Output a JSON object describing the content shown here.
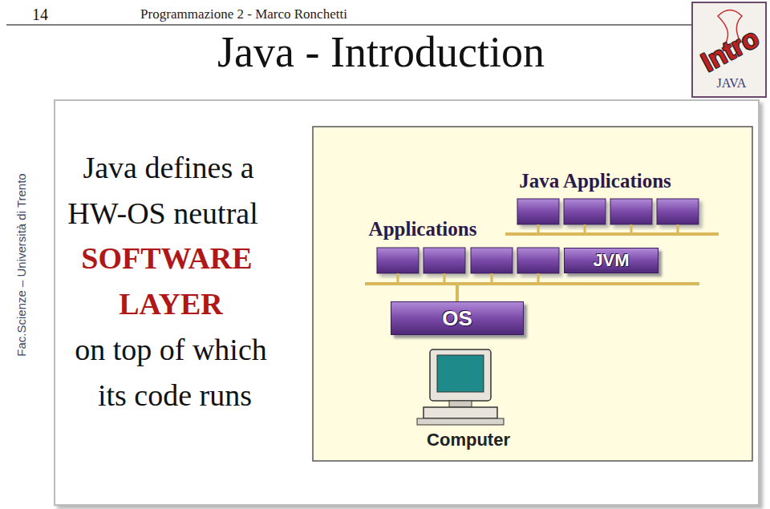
{
  "diagram": {
    "title": "Java - Introduction",
    "nodes": [
      {
        "text": [
          "JVM"
        ]
      },
      {
        "text": [
          "OS"
        ]
      }
    ],
    "labels": [
      "14",
      "Programmazione 2  - Marco Ronchetti",
      "Intro",
      "JAVA",
      "Fac.Scienze – Università di Trento",
      "Java defines a",
      "HW-OS neutral",
      "SOFTWARE",
      "LAYER",
      "on top of which",
      "its code runs",
      "Java Applications",
      "Applications",
      "Computer"
    ]
  }
}
